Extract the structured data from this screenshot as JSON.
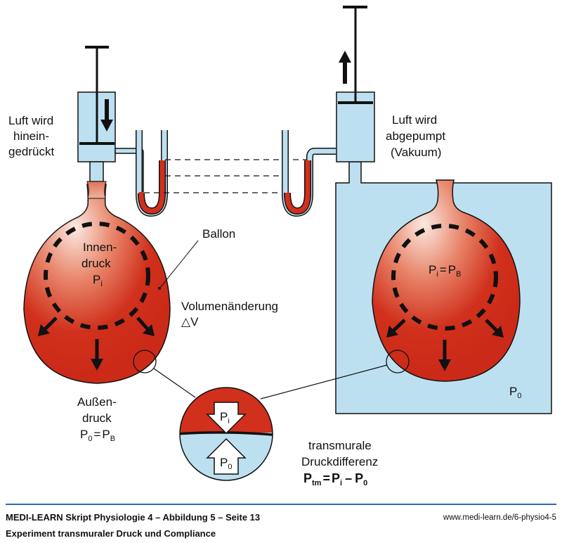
{
  "colors": {
    "air": "#bde0f1",
    "liquid": "#d0301c",
    "balloon_light": "#f6d8cc",
    "balloon_dark": "#d0301c",
    "stroke": "#111111",
    "footer_rule": "#2e67b1"
  },
  "left_setup": {
    "syringe_label": [
      "Luft wird",
      "hinein-",
      "gedrückt"
    ],
    "balloon_inner_label": [
      "Innen-",
      "druck"
    ],
    "balloon_inner_symbol": {
      "main": "P",
      "sub": "i"
    },
    "balloon_callout": "Ballon",
    "volume_label": "Volumenänderung",
    "volume_symbol": "△V",
    "outer_label": [
      "Außen-",
      "druck"
    ],
    "outer_formula": {
      "lhs": "P",
      "lhs_sub": "0",
      "eq": "=",
      "rhs": "P",
      "rhs_sub": "B"
    },
    "plunger_direction": "down"
  },
  "right_setup": {
    "syringe_label": [
      "Luft wird",
      "abgepumpt",
      "(Vakuum)"
    ],
    "balloon_formula": {
      "lhs": "P",
      "lhs_sub": "i",
      "eq": "=",
      "rhs": "P",
      "rhs_sub": "B"
    },
    "chamber_label": {
      "main": "P",
      "sub": "0"
    },
    "plunger_direction": "up"
  },
  "detail": {
    "inner_arrow": {
      "main": "P",
      "sub": "i"
    },
    "outer_arrow": {
      "main": "P",
      "sub": "0"
    },
    "caption": [
      "transmurale",
      "Druckdifferenz"
    ],
    "formula": {
      "p": "P",
      "tm": "tm",
      "eq": "=",
      "pi": "P",
      "i": "i",
      "minus": "–",
      "p0": "P",
      "zero": "0"
    }
  },
  "footer": {
    "title": "MEDI-LEARN Skript Physiologie 4 – Abbildung 5 – Seite 13",
    "subtitle": "Experiment transmuraler Druck und Compliance",
    "url": "www.medi-learn.de/6-physio4-5"
  }
}
